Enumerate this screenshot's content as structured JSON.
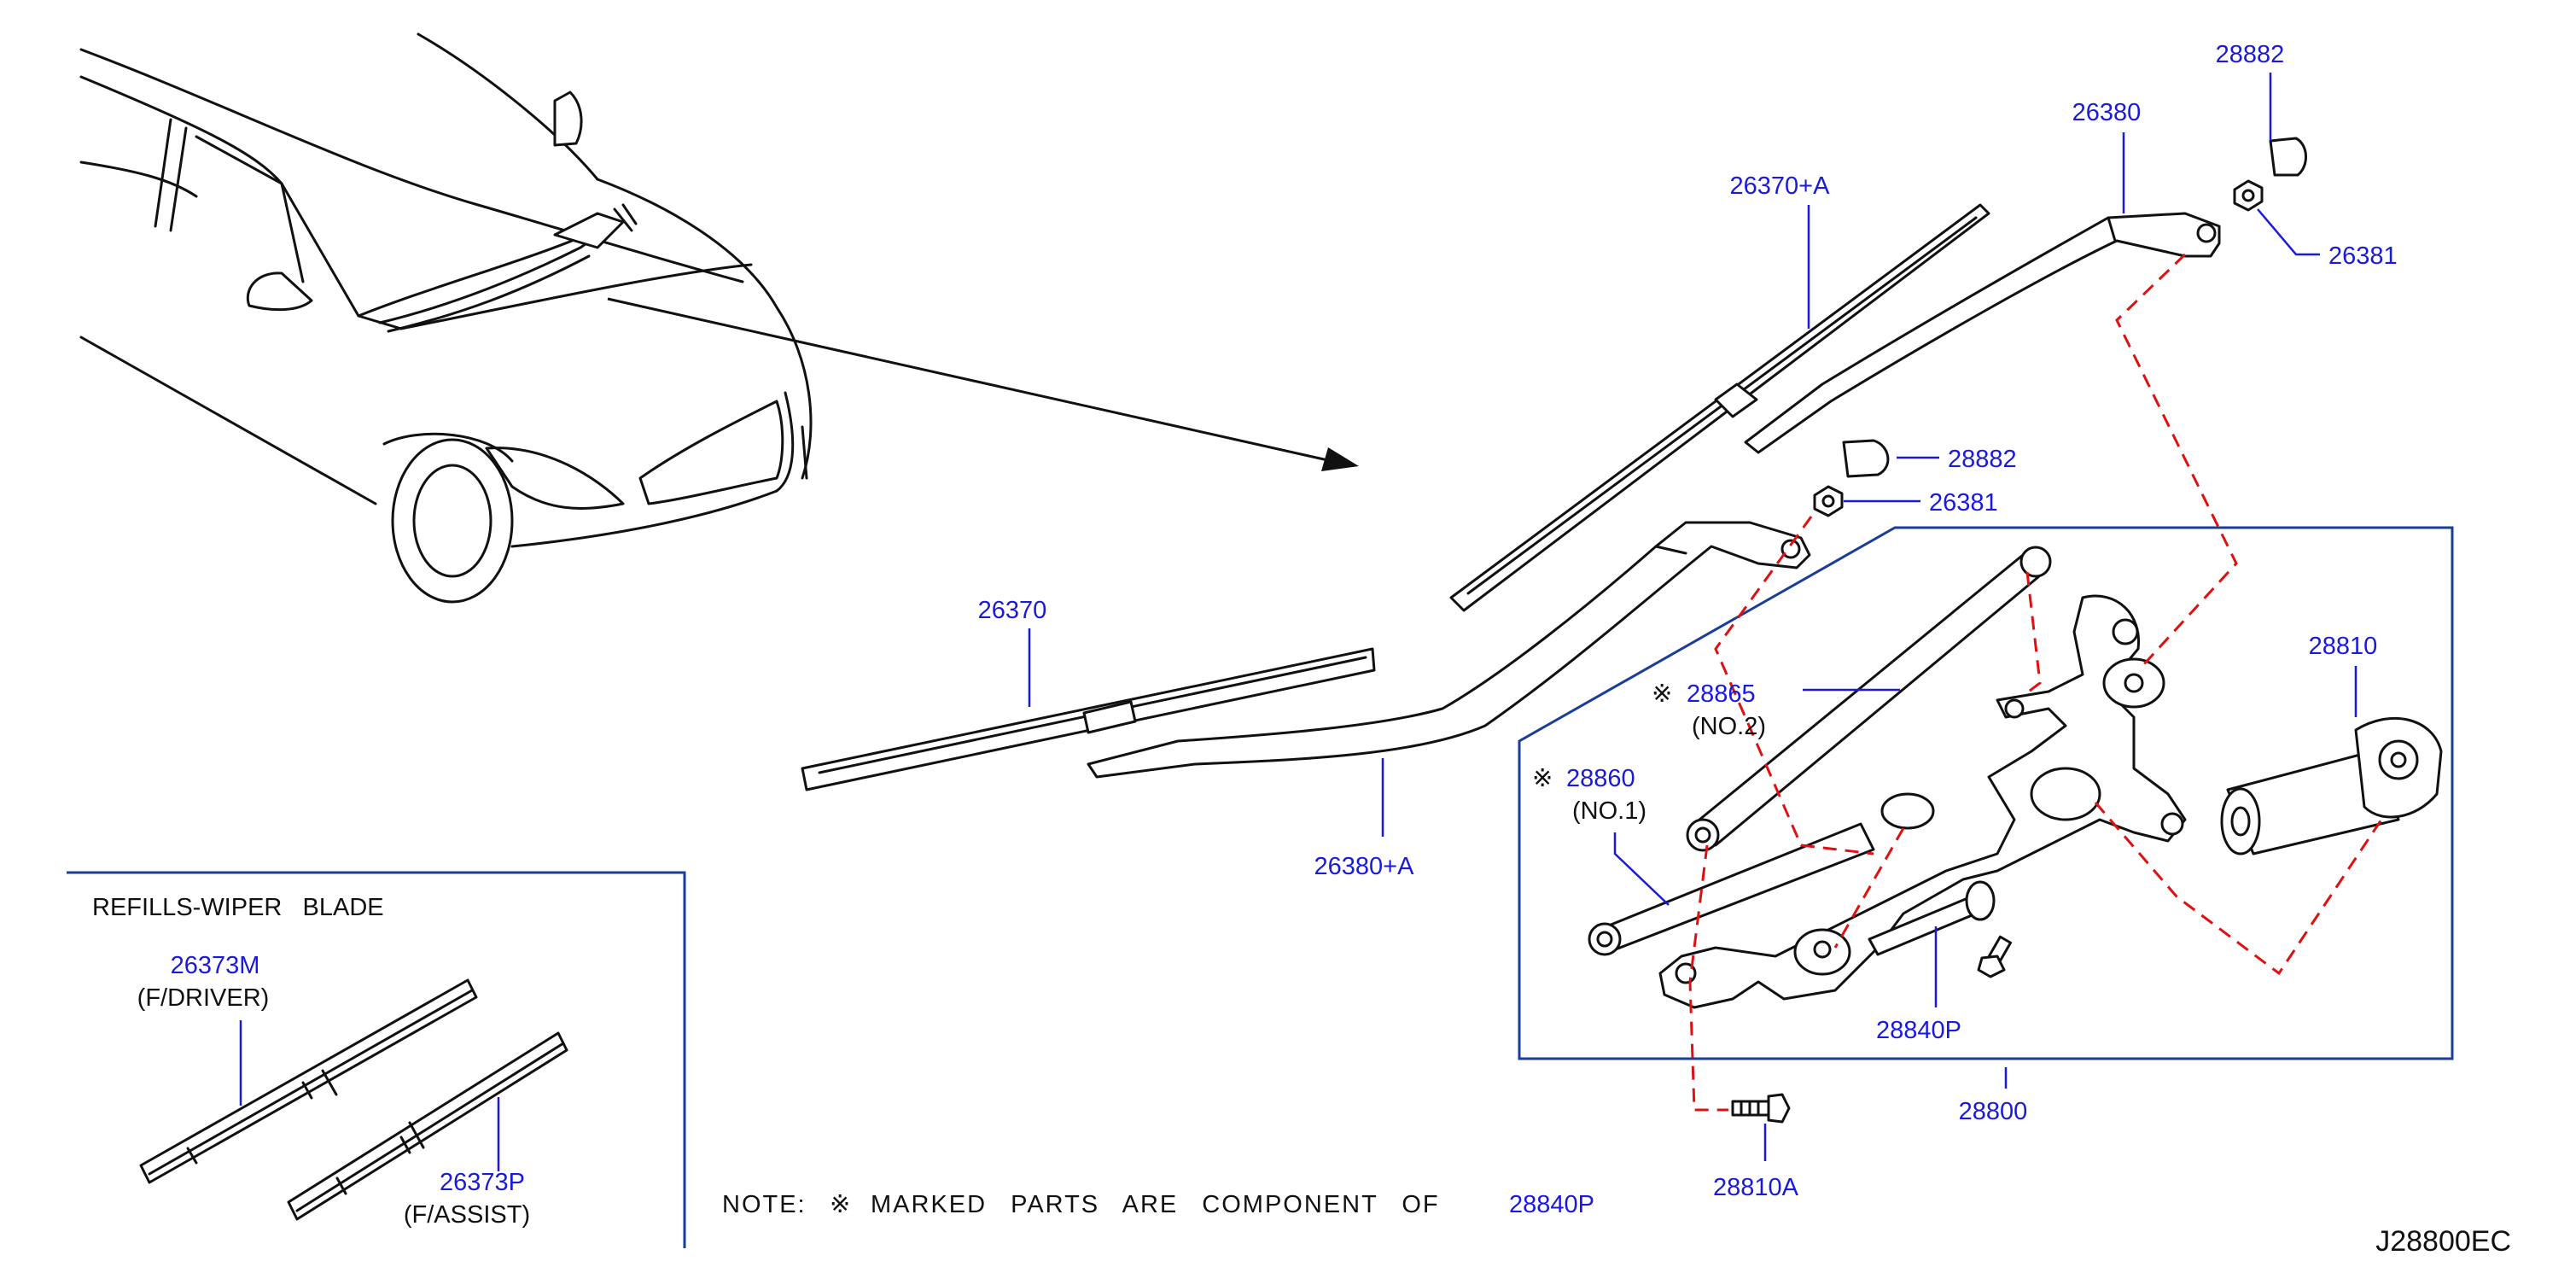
{
  "diagram_code": "J28800EC",
  "note": {
    "prefix": "NOTE:",
    "symbol": "※",
    "text": "MARKED PARTS ARE COMPONENT OF",
    "part": "28840P"
  },
  "refills": {
    "title": "REFILLS-WIPER   BLADE",
    "driver_part": "26373M",
    "driver_note": "(F/DRIVER)",
    "assist_part": "26373P",
    "assist_note": "(F/ASSIST)"
  },
  "parts": {
    "cap_upper": "28882",
    "arm_upper": "26380",
    "nut_upper": "26381",
    "blade_upper": "26370+A",
    "cap_lower": "28882",
    "nut_lower": "26381",
    "blade_lower": "26370",
    "arm_lower": "26380+A",
    "link_no2": "28865",
    "link_no2_note": "(NO.2)",
    "link_no1": "28860",
    "link_no1_note": "(NO.1)",
    "motor": "28810",
    "linkage": "28840P",
    "assembly": "28800",
    "bolt": "28810A"
  },
  "symbols": {
    "component_mark": "※"
  },
  "colors": {
    "part_number": "#1a1adb",
    "frame": "#1a3d99",
    "dashed_guide": "#e01010",
    "ink": "#111111"
  }
}
